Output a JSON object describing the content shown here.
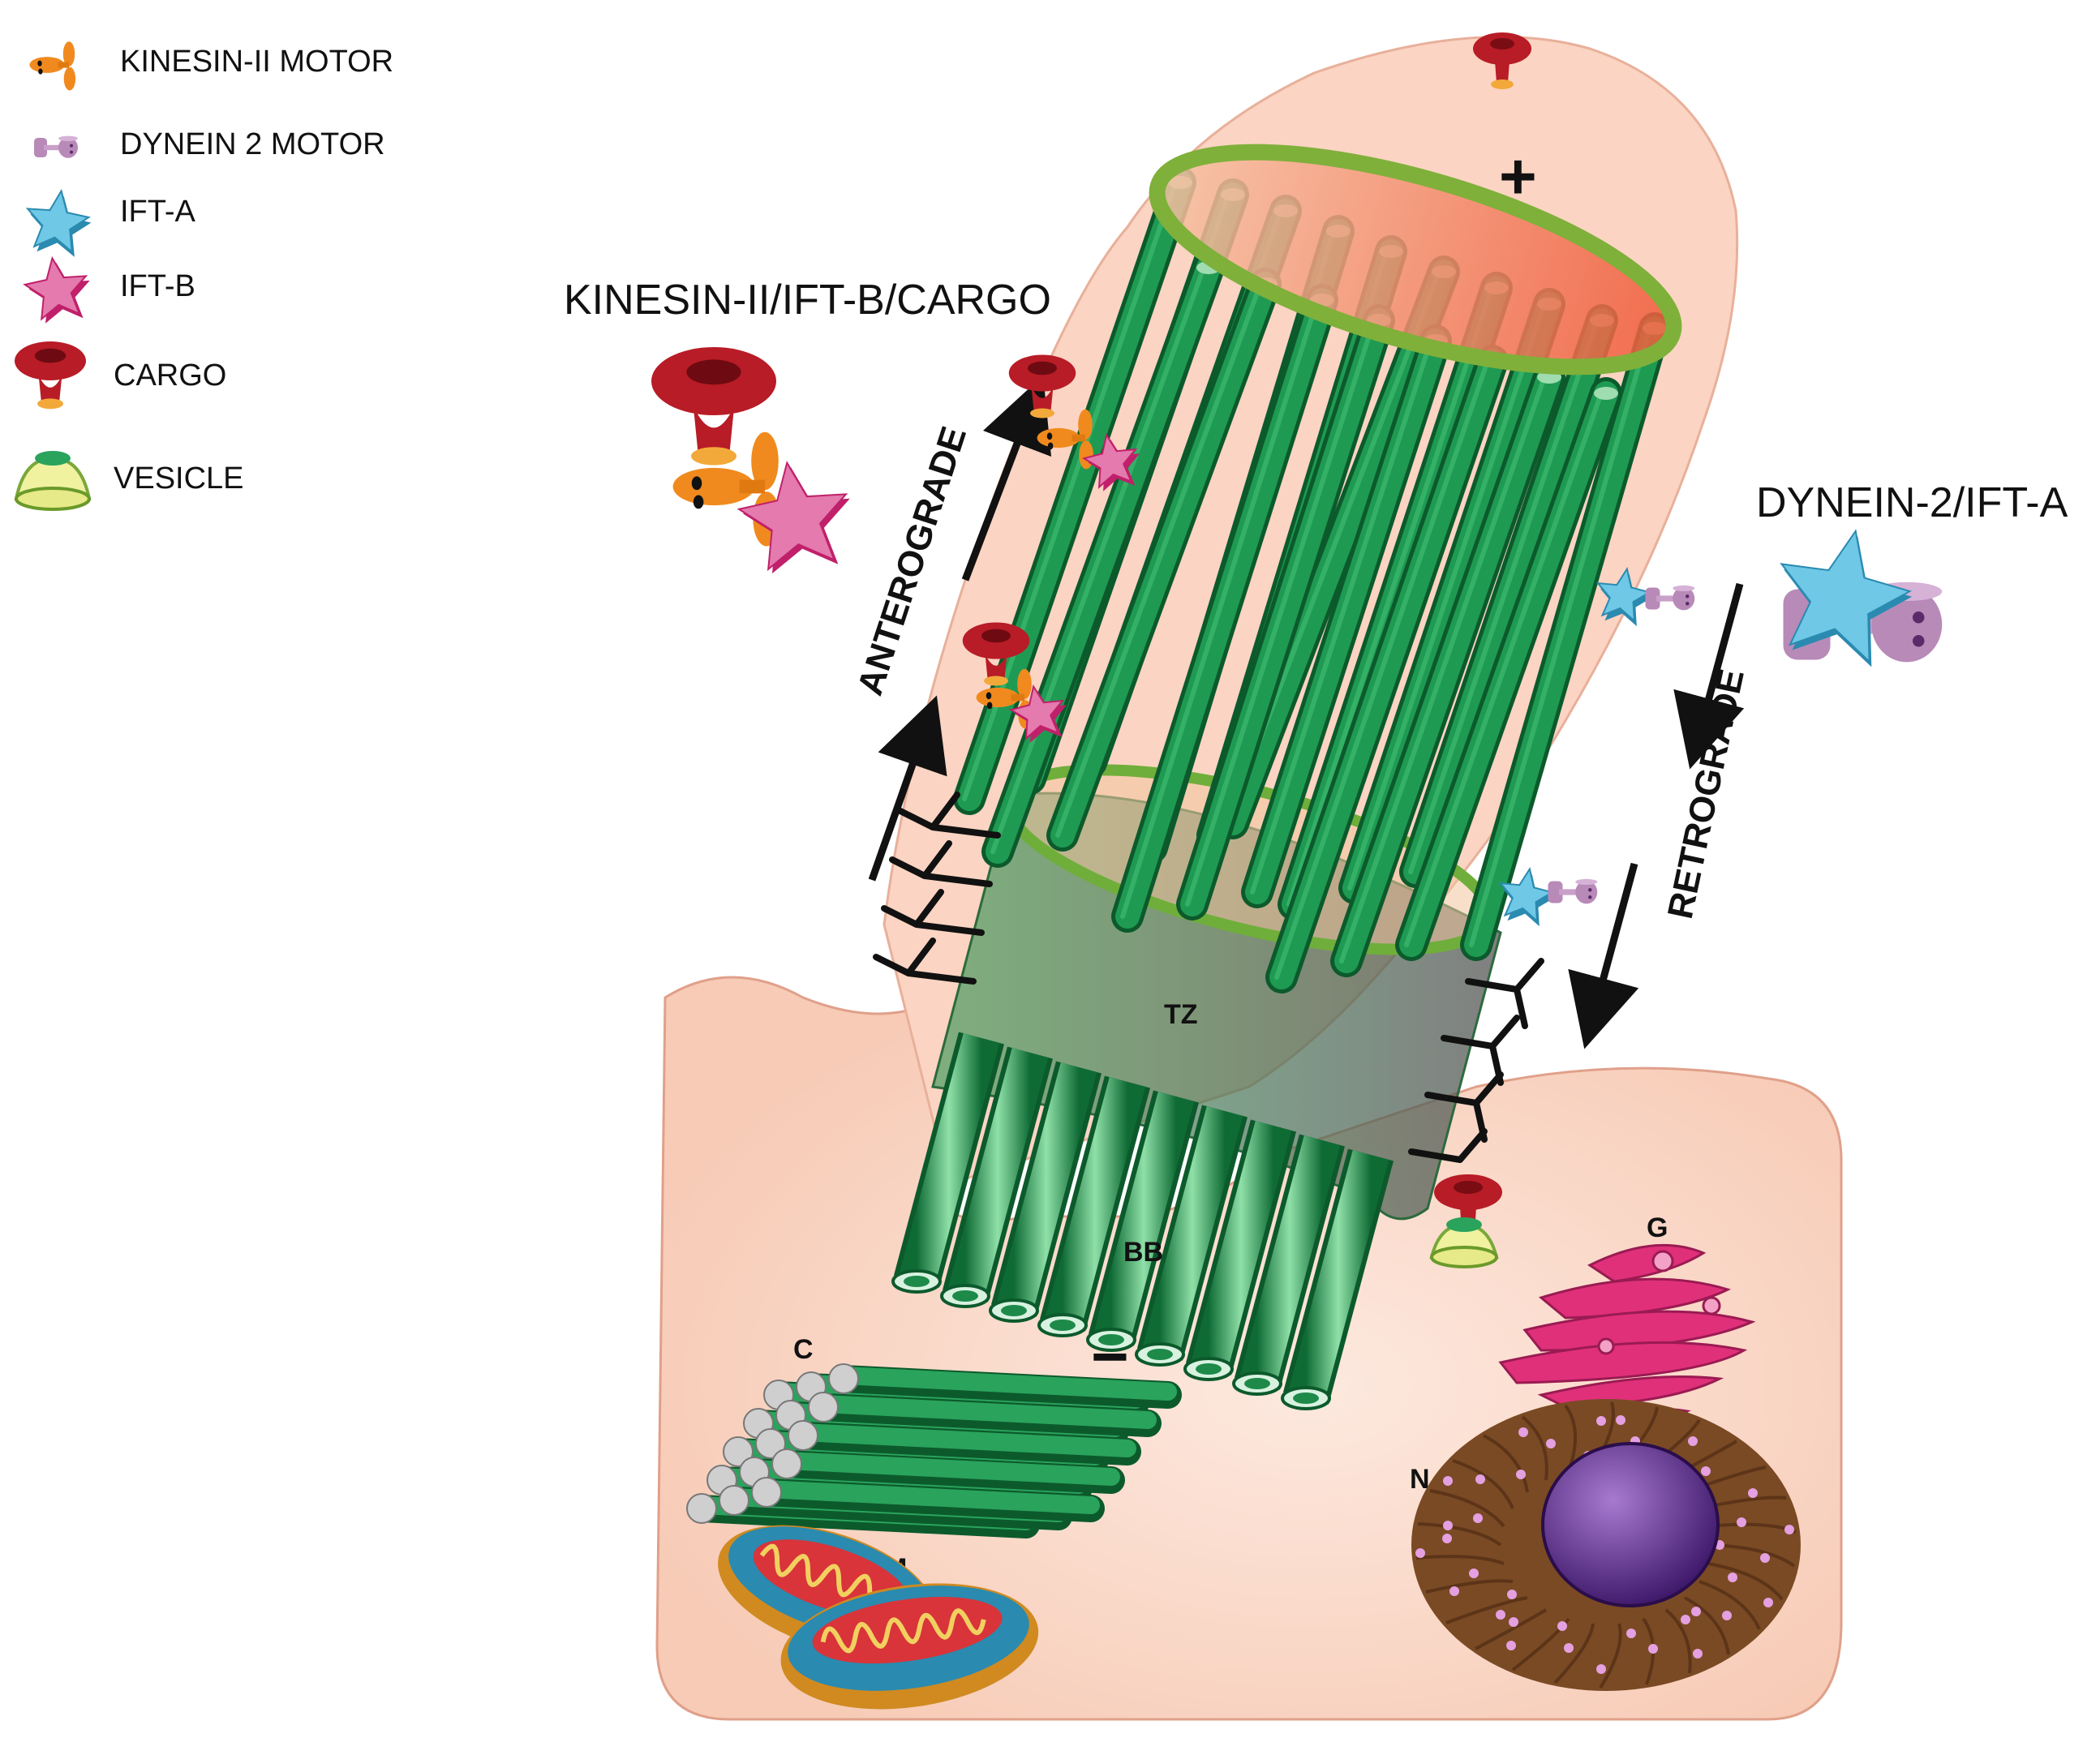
{
  "legend": {
    "items": [
      {
        "icon": "kinesin-ii-motor-icon",
        "label": "KINESIN-II MOTOR"
      },
      {
        "icon": "dynein-2-motor-icon",
        "label": "DYNEIN 2 MOTOR"
      },
      {
        "icon": "ift-a-star-icon",
        "label": "IFT-A"
      },
      {
        "icon": "ift-b-star-icon",
        "label": "IFT-B"
      },
      {
        "icon": "cargo-icon",
        "label": "CARGO"
      },
      {
        "icon": "vesicle-icon",
        "label": "VESICLE"
      }
    ]
  },
  "complexes": {
    "kinesin_title": "KINESIN-II/IFT-B/CARGO",
    "dynein_title": "DYNEIN-2/IFT-A"
  },
  "transport": {
    "anterograde": "ANTEROGRADE",
    "retrograde": "RETROGRADE"
  },
  "polarity": {
    "plus": "+",
    "minus": "−"
  },
  "regions": {
    "transition_zone": "TZ",
    "basal_body": "BB",
    "centriole": "C",
    "golgi": "G",
    "mitochondrion": "M",
    "nucleus": "N"
  },
  "colors": {
    "cell": "#f9d2c0",
    "microtubule": "#1e8a4a",
    "cargo": "#c0202a",
    "kinesin": "#f08a1e",
    "dynein": "#b88ab8",
    "ift_a": "#4ab4d8",
    "ift_b": "#e05a9a",
    "golgi": "#e0307a",
    "nucleus": "#5a2a8a",
    "er": "#8a5530"
  }
}
